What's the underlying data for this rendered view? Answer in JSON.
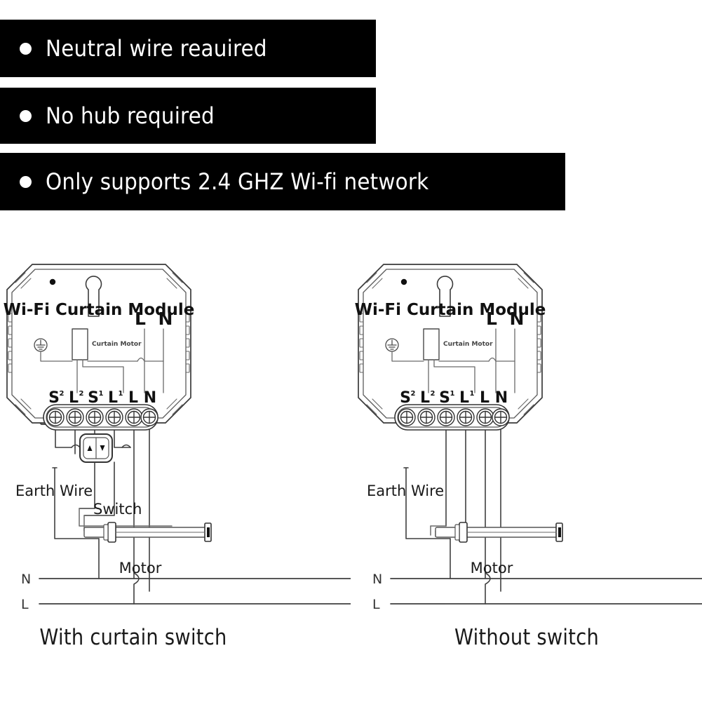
{
  "features": [
    {
      "bullet": "bullet-dot",
      "text": "Neutral wire reauired"
    },
    {
      "bullet": "bullet-dot",
      "text": "No hub required"
    },
    {
      "bullet": "bullet-dot",
      "text": "Only supports 2.4 GHZ Wi-fi network"
    }
  ],
  "diagrams": [
    {
      "id": "with-switch",
      "caption": "With curtain switch",
      "module": {
        "title": "Wi-Fi Curtain Module",
        "led": "led-indicator",
        "button": "reset-button",
        "earth_symbol": "earth-ground-icon",
        "internal_label": "Curtain Motor",
        "supply_labels": {
          "live": "L",
          "neutral": "N"
        },
        "terminals": [
          {
            "letter": "S",
            "sup": "2"
          },
          {
            "letter": "L",
            "sup": "2"
          },
          {
            "letter": "S",
            "sup": "1"
          },
          {
            "letter": "L",
            "sup": "1"
          },
          {
            "letter": "L",
            "sup": ""
          },
          {
            "letter": "N",
            "sup": ""
          }
        ]
      },
      "labels": {
        "earth_wire": "Earth Wire",
        "switch": "Switch",
        "motor": "Motor",
        "mains_neutral": "N",
        "mains_live": "L"
      },
      "has_switch": true,
      "switch_icons": {
        "up": "arrow-up-icon",
        "down": "arrow-down-icon"
      }
    },
    {
      "id": "without-switch",
      "caption": "Without switch",
      "module": {
        "title": "Wi-Fi Curtain Module",
        "led": "led-indicator",
        "button": "reset-button",
        "earth_symbol": "earth-ground-icon",
        "internal_label": "Curtain Motor",
        "supply_labels": {
          "live": "L",
          "neutral": "N"
        },
        "terminals": [
          {
            "letter": "S",
            "sup": "2"
          },
          {
            "letter": "L",
            "sup": "2"
          },
          {
            "letter": "S",
            "sup": "1"
          },
          {
            "letter": "L",
            "sup": "1"
          },
          {
            "letter": "L",
            "sup": ""
          },
          {
            "letter": "N",
            "sup": ""
          }
        ]
      },
      "labels": {
        "earth_wire": "Earth Wire",
        "switch": "",
        "motor": "Motor",
        "mains_neutral": "N",
        "mains_live": "L"
      },
      "has_switch": false,
      "switch_icons": {
        "up": "",
        "down": ""
      }
    }
  ],
  "colors": {
    "banner_bg": "#000000",
    "banner_text": "#ffffff",
    "line": "#4a4a4a",
    "line_dark": "#2b2b2b",
    "text": "#1a1a1a",
    "page_bg": "#ffffff"
  }
}
